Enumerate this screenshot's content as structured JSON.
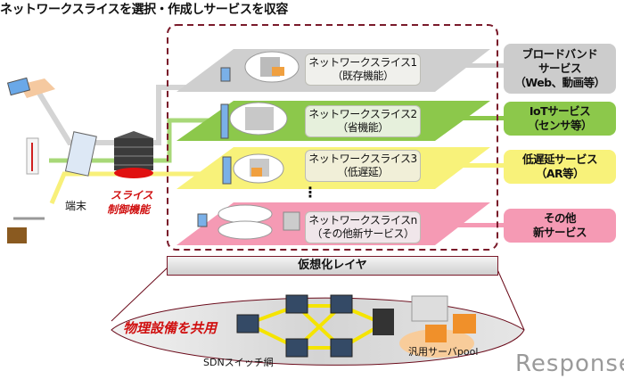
{
  "title": "ネットワークスライスを選択・作成しサービスを収容",
  "slices": [
    {
      "name": "ネットワークスライス1",
      "sub": "（既存機能）",
      "color": "#cfcfcf"
    },
    {
      "name": "ネットワークスライス2",
      "sub": "（省機能）",
      "color": "#8cc84b"
    },
    {
      "name": "ネットワークスライス3",
      "sub": "（低遅延）",
      "color": "#f8f27a"
    },
    {
      "name": "ネットワークスライスn",
      "sub": "（その他新サービス）",
      "color": "#f59ab4"
    }
  ],
  "ellipsis": "⋮",
  "services": [
    {
      "line1": "ブロードバンド",
      "line2": "サービス",
      "line3": "（Web、動画等）",
      "color": "#cccccc"
    },
    {
      "line1": "IoTサービス",
      "line2": "（センサ等）",
      "line3": "",
      "color": "#8cc84b"
    },
    {
      "line1": "低遅延サービス",
      "line2": "（AR等）",
      "line3": "",
      "color": "#f8f27a"
    },
    {
      "line1": "その他",
      "line2": "新サービス",
      "line3": "",
      "color": "#f59ab4"
    }
  ],
  "terminal_label": "端末",
  "slice_control": {
    "line1": "スライス",
    "line2": "制御機能"
  },
  "virtualization_layer": "仮想化レイヤ",
  "physical": {
    "shared_label": "物理設備を共用",
    "sdn_label": "SDNスイッチ網",
    "server_pool_label": "汎用サーバpool"
  },
  "watermark": "Response.",
  "colors": {
    "dashed_border": "#7a1a2a",
    "control_red": "#d01010",
    "ring_yellow": "#f5e400"
  }
}
